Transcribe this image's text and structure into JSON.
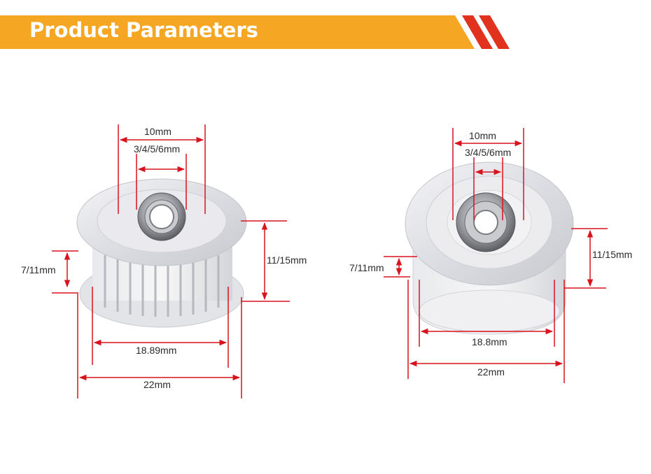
{
  "header": {
    "title": "Product Parameters",
    "accent_color": "#f5a623",
    "stripe_color": "#e0321c"
  },
  "left_pulley": {
    "dims": {
      "bore_outer": "10mm",
      "bore_inner": "3/4/5/6mm",
      "flange_gap": "7/11mm",
      "height": "11/15mm",
      "teeth_diameter": "18.89mm",
      "flange_diameter": "22mm"
    }
  },
  "right_pulley": {
    "dims": {
      "bore_outer": "10mm",
      "bore_inner": "3/4/5/6mm",
      "flange_gap": "7/11mm",
      "height": "11/15mm",
      "body_diameter": "18.8mm",
      "flange_diameter": "22mm"
    }
  },
  "dimension_line_color": "#d9131e"
}
